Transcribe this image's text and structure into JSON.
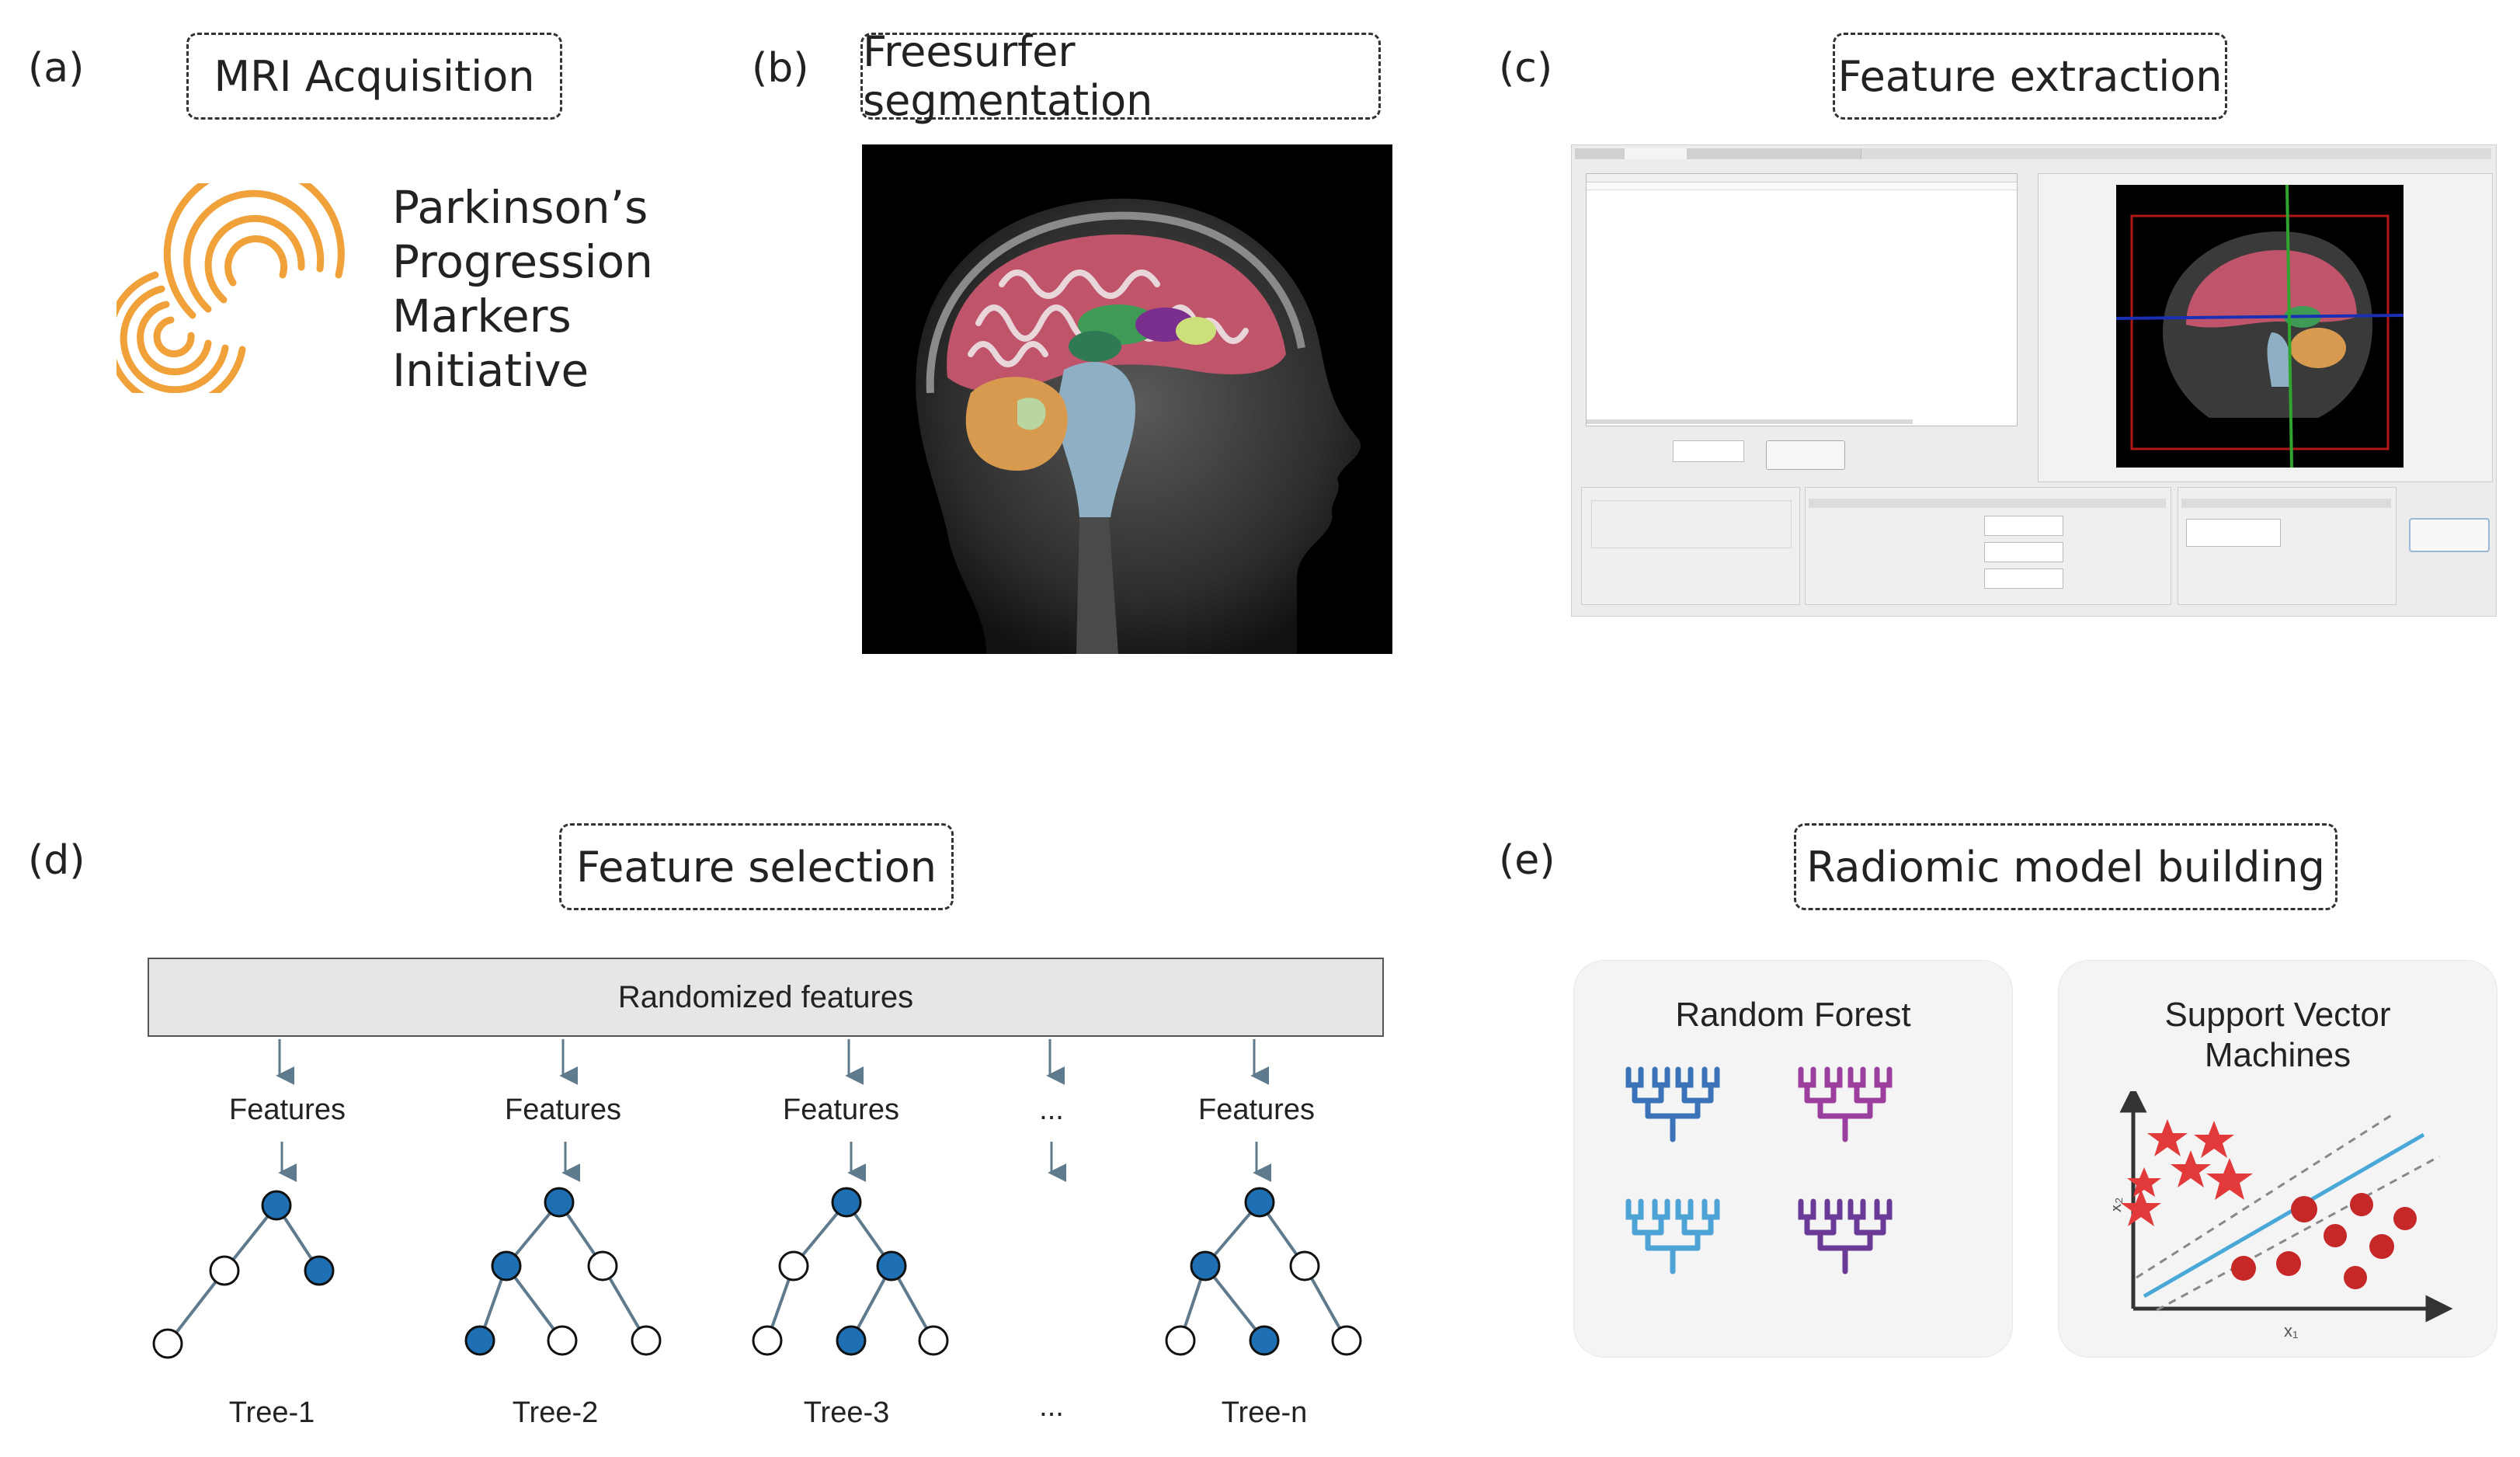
{
  "panels": {
    "a": {
      "letter": "(a)",
      "title": "MRI Acquisition",
      "logo_lines": [
        "Parkinson’s",
        "Progression",
        "Markers",
        "Initiative"
      ],
      "logo_color": "#f0a13a"
    },
    "b": {
      "letter": "(b)",
      "title": "Freesurfer segmentation"
    },
    "c": {
      "letter": "(c)",
      "title": "Feature extraction"
    },
    "d": {
      "letter": "(d)",
      "title": "Feature selection",
      "bar_label": "Randomized features",
      "features_label": "Features",
      "ellipsis": "...",
      "trees": [
        "Tree-1",
        "Tree-2",
        "Tree-3",
        "...",
        "Tree-n"
      ],
      "node_fill": "#1f6fb5",
      "edge_color": "#5f7a8c"
    },
    "e": {
      "letter": "(e)",
      "title": "Radiomic model building",
      "random_forest": "Random Forest",
      "svm": "Support Vector Machines",
      "svm_lines": [
        "Support Vector",
        "Machines"
      ],
      "forest_colors": [
        "#3a73b8",
        "#9a3f9e",
        "#4da3d6",
        "#6a3a96"
      ],
      "svm_star_color": "#e23a3a",
      "svm_dot_color": "#c62828",
      "svm_line_color": "#4aa8d8"
    }
  }
}
